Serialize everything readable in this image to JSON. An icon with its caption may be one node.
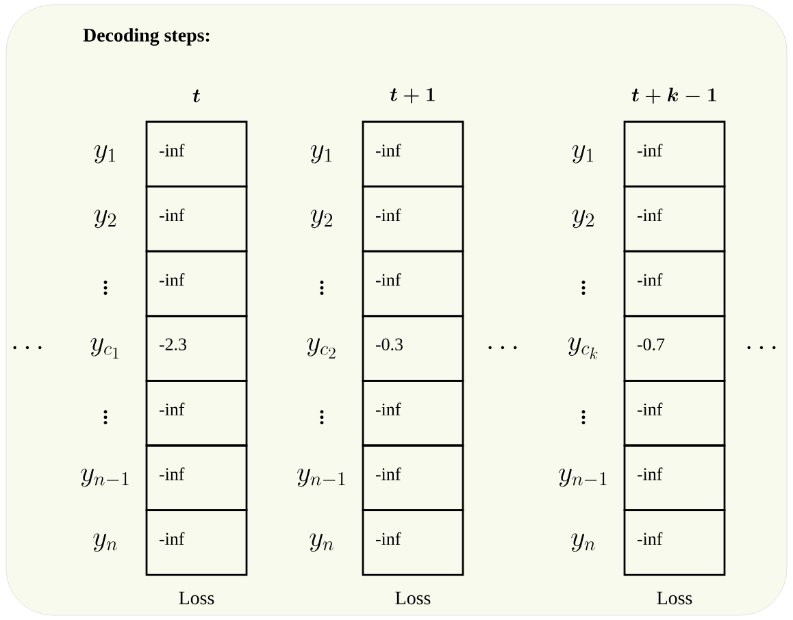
{
  "diagram": {
    "title": "Decoding steps:",
    "nodes": [
      {
        "text": [],
        "shape": "box"
      },
      {
        "text": [
          "-inf"
        ],
        "in": 0
      },
      {
        "text": [
          "-inf"
        ],
        "in": 0
      },
      {
        "text": [
          "-inf"
        ],
        "in": 0
      },
      {
        "text": [
          "-2.3"
        ],
        "in": 0
      },
      {
        "text": [
          "-inf"
        ],
        "in": 0
      },
      {
        "text": [
          "-inf"
        ],
        "in": 0
      },
      {
        "text": [
          "-inf"
        ],
        "in": 0
      },
      {
        "text": [
          "-inf"
        ],
        "in": 0
      },
      {
        "text": [
          "-inf"
        ],
        "in": 0
      },
      {
        "text": [
          "-inf"
        ],
        "in": 0
      },
      {
        "text": [
          "-0.3"
        ],
        "in": 0
      },
      {
        "text": [
          "-inf"
        ],
        "in": 0
      },
      {
        "text": [
          "-inf"
        ],
        "in": 0
      },
      {
        "text": [
          "-inf"
        ],
        "in": 0
      },
      {
        "text": [
          "-inf"
        ],
        "in": 0
      },
      {
        "text": [
          "-inf"
        ],
        "in": 0
      },
      {
        "text": [
          "-inf"
        ],
        "in": 0
      },
      {
        "text": [
          "-0.7"
        ],
        "in": 0
      },
      {
        "text": [
          "-inf"
        ],
        "in": 0
      },
      {
        "text": [
          "-inf"
        ],
        "in": 0
      },
      {
        "text": [
          "-inf"
        ],
        "in": 0
      }
    ],
    "labels": [
      "t",
      "t+1",
      "t+k-1",
      "y_{1}",
      "y_{1}",
      "y_{1}",
      "y_{2}",
      "y_{2}",
      "y_{2}",
      "\\vdots",
      "\\vdots",
      "\\vdots",
      "\\cdots",
      "y_{c_{1}}",
      "y_{c_{2}}",
      "\\cdots",
      "y_{c_{k}}",
      "\\cdots",
      "\\vdots",
      "\\vdots",
      "\\vdots",
      "y_{n-1}",
      "y_{n-1}",
      "y_{n-1}",
      "y_{n}",
      "y_{n}",
      "y_{n}",
      "Loss",
      "Loss",
      "Loss"
    ]
  }
}
